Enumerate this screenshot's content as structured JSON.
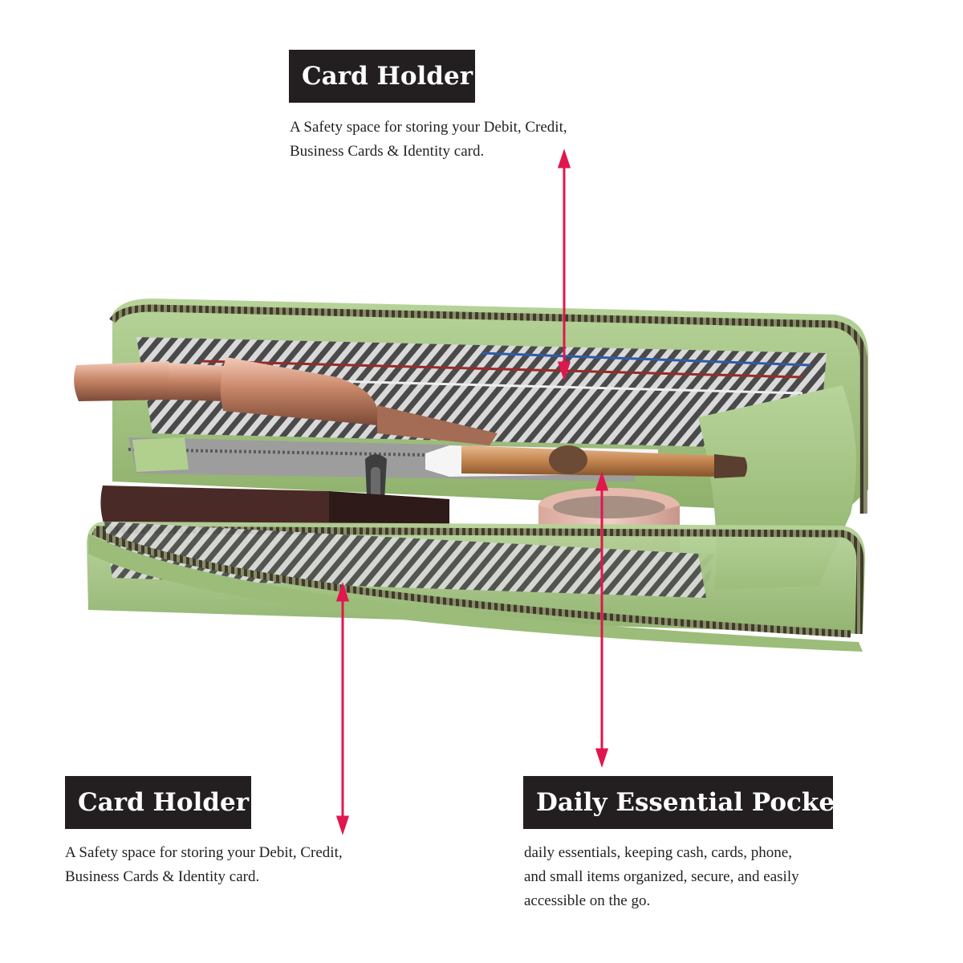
{
  "colors": {
    "label_bg": "#231f20",
    "label_text": "#ffffff",
    "body_text": "#231f20",
    "arrow": "#e0164f",
    "leather": "#a3c47f",
    "zipper": "#4b4a30",
    "lining_stripe": "#555555"
  },
  "callouts": {
    "top": {
      "title": "Card Holder",
      "description_line1": "A Safety space for storing your Debit, Credit,",
      "description_line2": "Business Cards & Identity card."
    },
    "bottom_left": {
      "title": "Card Holder",
      "description_line1": "A Safety space for storing your Debit, Credit,",
      "description_line2": "Business Cards & Identity card."
    },
    "bottom_right": {
      "title": "Daily Essential Pocket",
      "description_line1": "daily essentials, keeping cash, cards, phone,",
      "description_line2": "and small items organized, secure, and easily",
      "description_line3": "accessible on the go."
    }
  },
  "image": {
    "subject": "green-leather-zip-wallet-icon"
  }
}
